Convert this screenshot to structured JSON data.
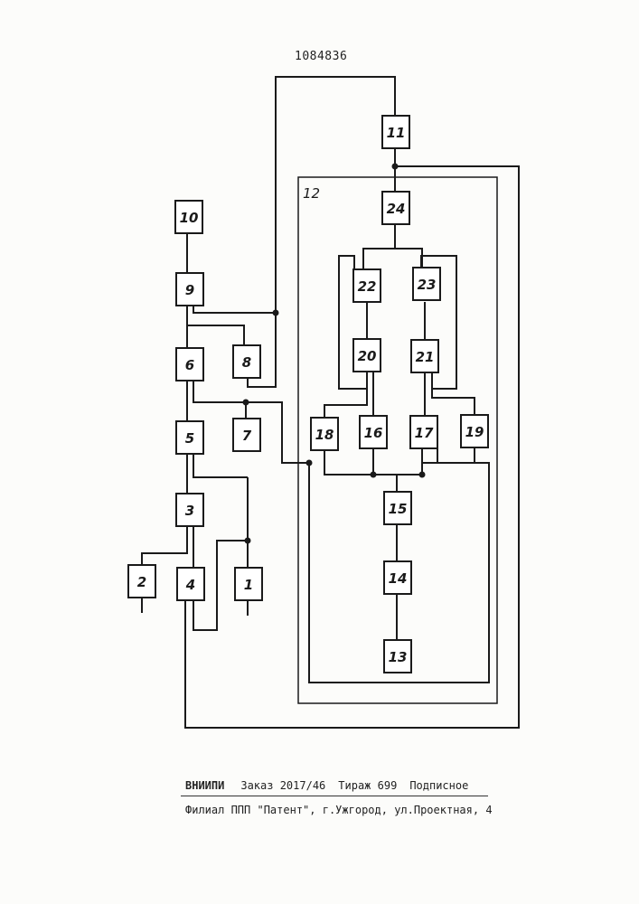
{
  "header": {
    "document_number": "1084836"
  },
  "frame": {
    "label": "12"
  },
  "blocks": {
    "b1": "1",
    "b2": "2",
    "b3": "3",
    "b4": "4",
    "b5": "5",
    "b6": "6",
    "b7": "7",
    "b8": "8",
    "b9": "9",
    "b10": "10",
    "b11": "11",
    "b13": "13",
    "b14": "14",
    "b15": "15",
    "b16": "16",
    "b17": "17",
    "b18": "18",
    "b19": "19",
    "b20": "20",
    "b21": "21",
    "b22": "22",
    "b23": "23",
    "b24": "24"
  },
  "footer": {
    "org": "ВНИИПИ",
    "order": "Заказ 2017/46",
    "run": "Тираж 699",
    "subscription": "Подписное",
    "address": "Филиал ППП \"Патент\", г.Ужгород, ул.Проектная, 4"
  }
}
